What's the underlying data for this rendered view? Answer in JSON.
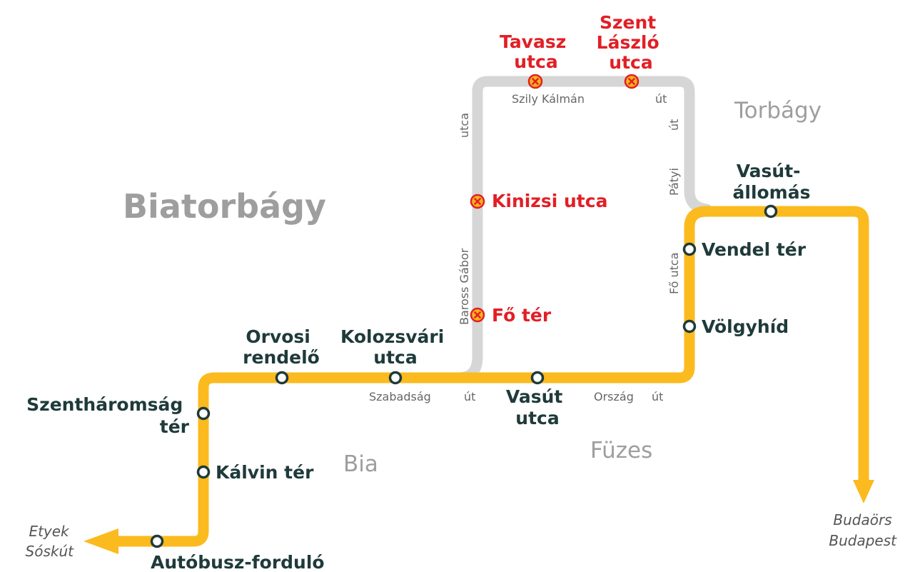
{
  "colors": {
    "main_route": "#FBBA1E",
    "detour_route": "#D6D6D6",
    "normal_stop_text": "#1F3A3A",
    "closed_stop_text": "#E21F26",
    "closed_stop_fill": "#F7B21A",
    "street_text": "#666666",
    "district_text": "#9E9E9E",
    "destination_text": "#555555"
  },
  "town": "Biatorbágy",
  "districts": {
    "torbagy": "Torbágy",
    "bia": "Bia",
    "fuzes": "Füzes"
  },
  "stops": {
    "autobusz_fordulo": "Autóbusz-forduló",
    "kalvin_ter": "Kálvin tér",
    "szentharomsag_ter": [
      "Szentháromság",
      "tér"
    ],
    "orvosi_rendelo": [
      "Orvosi",
      "rendelő"
    ],
    "kolozsvari_utca": [
      "Kolozsvári",
      "utca"
    ],
    "vasut_utca": [
      "Vasút",
      "utca"
    ],
    "volgyhid": "Völgyhíd",
    "vendel_ter": "Vendel tér",
    "vasutallomas": [
      "Vasút-",
      "állomás"
    ]
  },
  "closed_stops": {
    "fo_ter": "Fő tér",
    "kinizsi_utca": "Kinizsi utca",
    "tavasz_utca": [
      "Tavasz",
      "utca"
    ],
    "szent_laszlo_utca": [
      "Szent",
      "László",
      "utca"
    ]
  },
  "streets": {
    "szabadsag": "Szabadság",
    "szabadsag_ut": "út",
    "orszag": "Ország",
    "orszag_ut": "út",
    "baross_gabor": "Baross Gábor",
    "baross_utca": "utca",
    "szily_kalman": "Szily Kálmán",
    "szily_ut": "út",
    "patyi": "Pátyi",
    "patyi_ut": "út",
    "fo_utca": "Fő utca"
  },
  "destinations": {
    "west": [
      "Etyek",
      "Sóskút"
    ],
    "east": [
      "Budaörs",
      "Budapest"
    ]
  }
}
